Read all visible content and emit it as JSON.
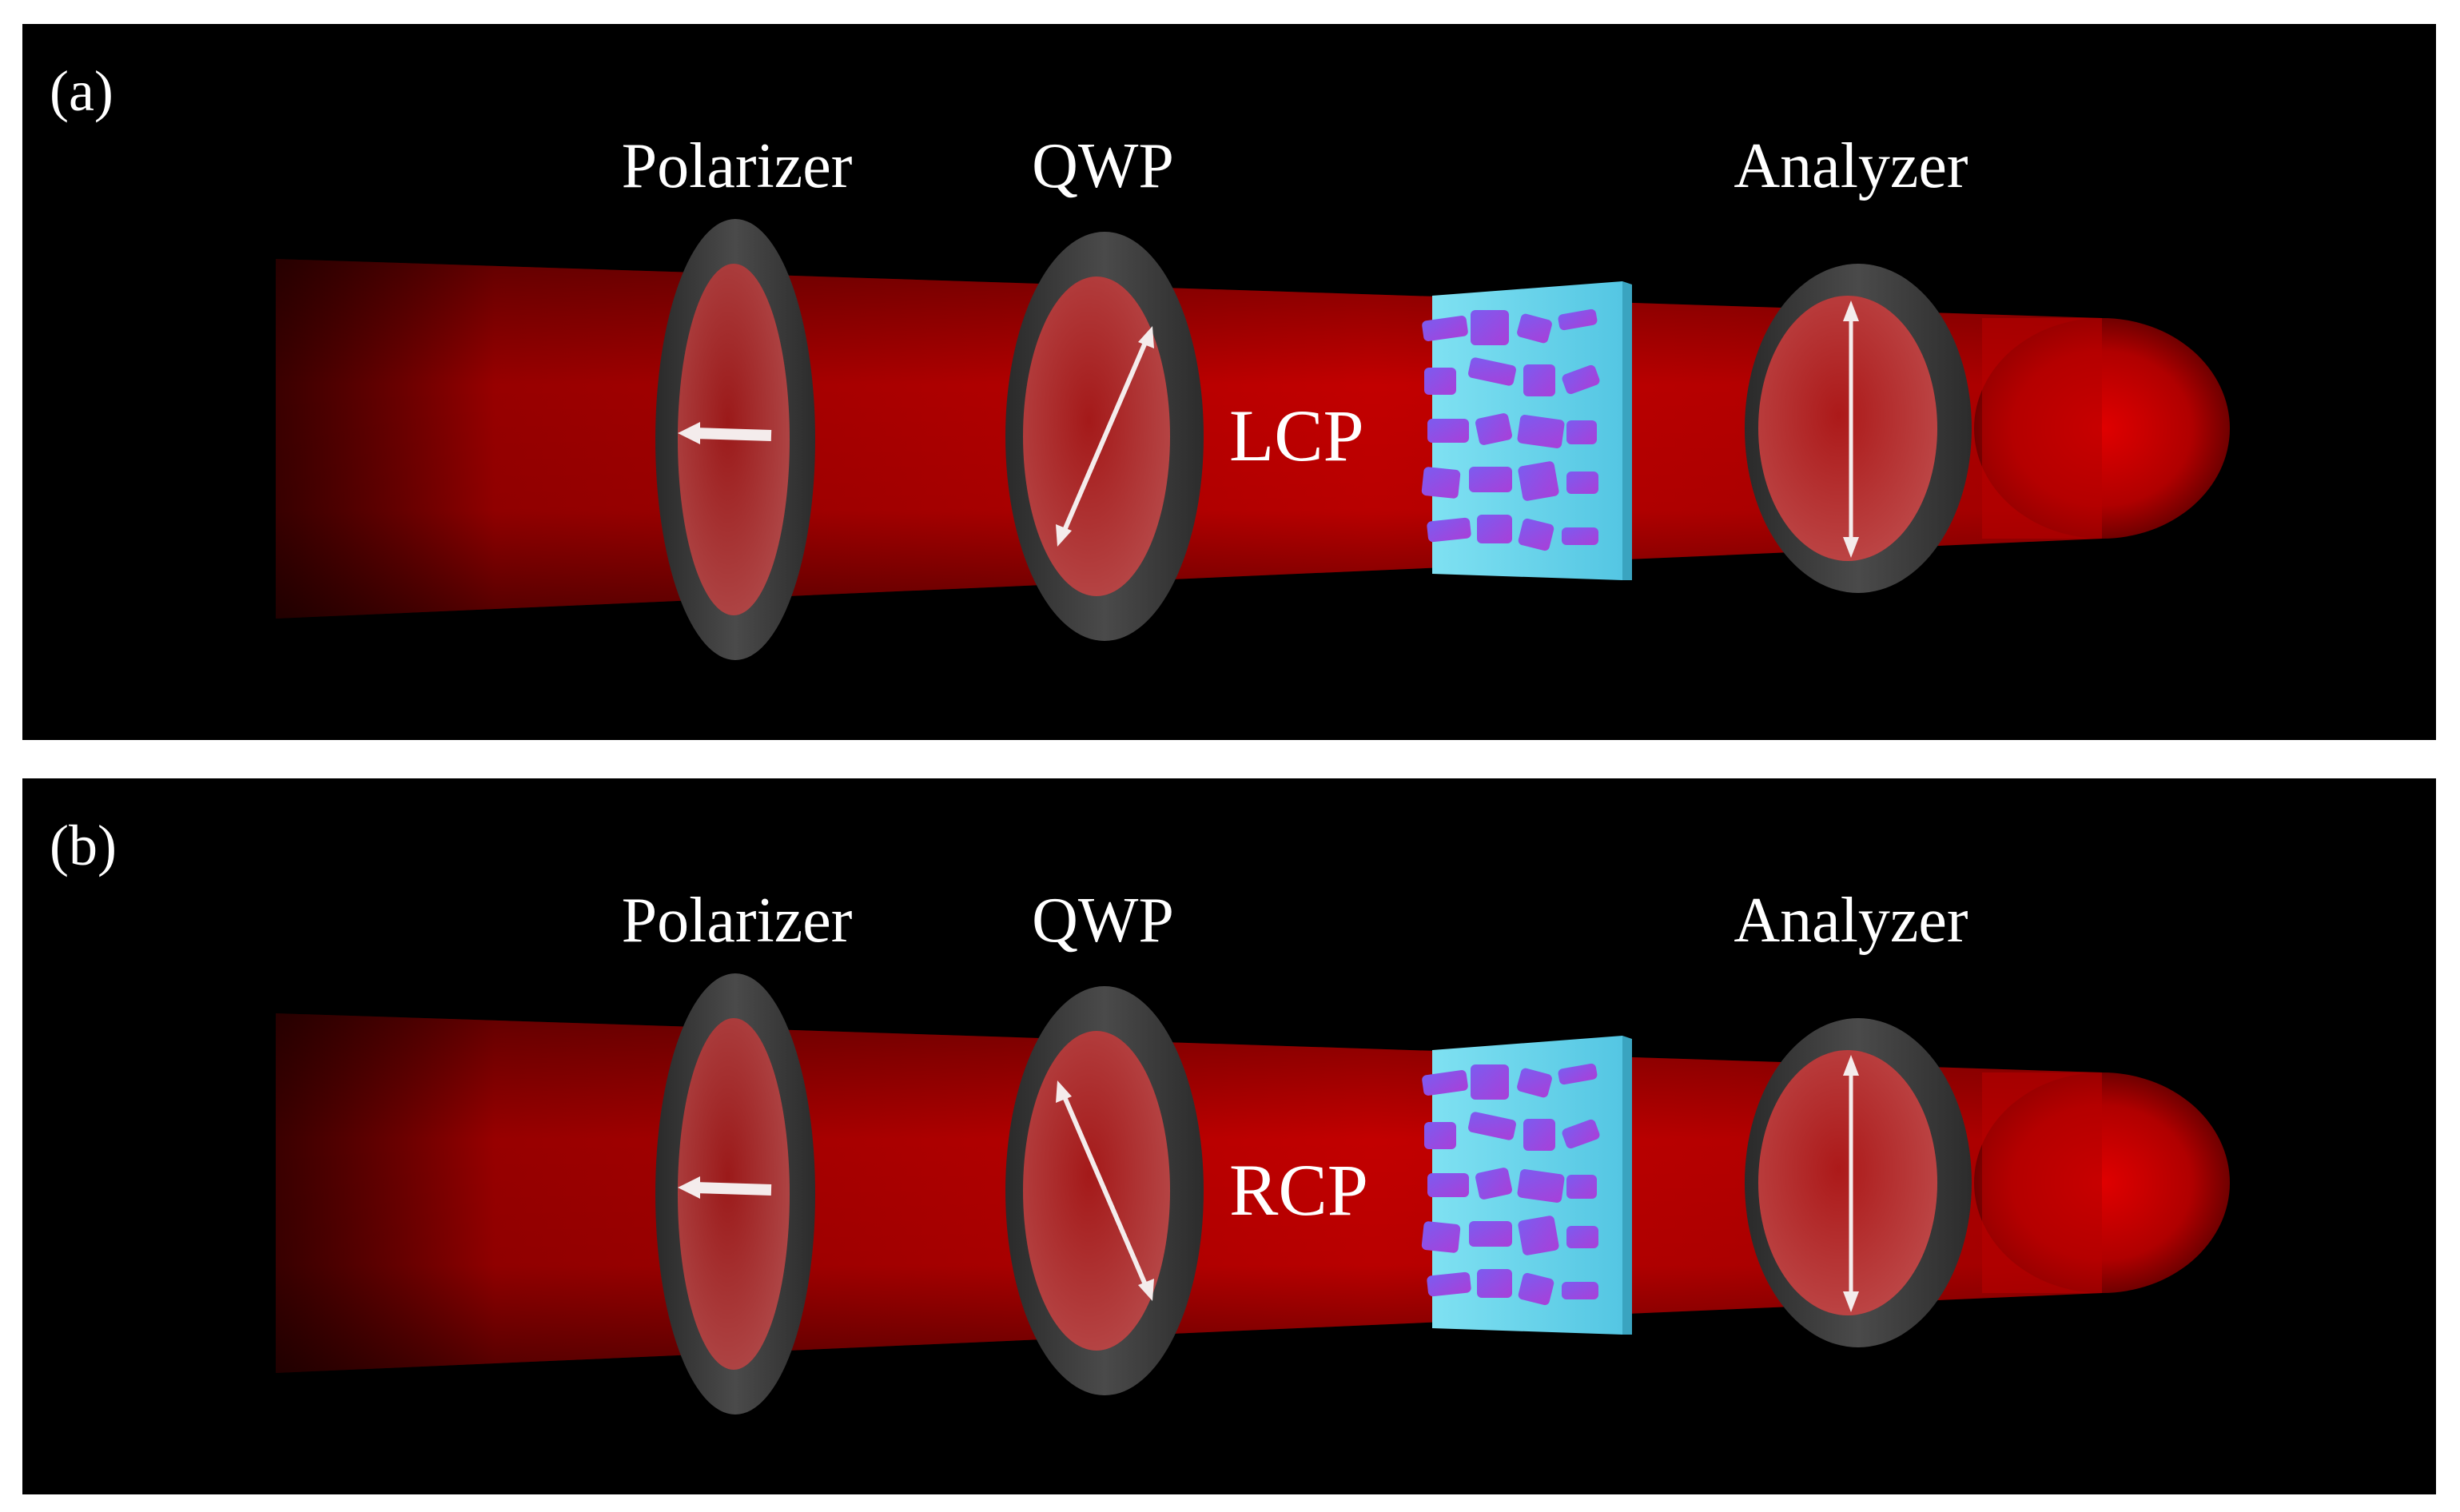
{
  "figure": {
    "panels": [
      {
        "id": "a",
        "tag": "(a)",
        "labels": {
          "polarizer": "Polarizer",
          "qwp": "QWP",
          "analyzer": "Analyzer",
          "polarization_state": "LCP"
        },
        "polarizer_axis": "horizontal",
        "qwp_axis": "tilted-right",
        "analyzer_axis": "vertical"
      },
      {
        "id": "b",
        "tag": "(b)",
        "labels": {
          "polarizer": "Polarizer",
          "qwp": "QWP",
          "analyzer": "Analyzer",
          "polarization_state": "RCP"
        },
        "polarizer_axis": "horizontal",
        "qwp_axis": "tilted-left",
        "analyzer_axis": "vertical"
      }
    ],
    "colors": {
      "background": "#000000",
      "beam": "#c40000",
      "optic_ring": "#3a3a3a",
      "metasurface_substrate": "#6fd8ee",
      "meta_atoms": "#8a47e6",
      "arrows": "#f4ecec",
      "label_text": "#ffffff"
    }
  }
}
